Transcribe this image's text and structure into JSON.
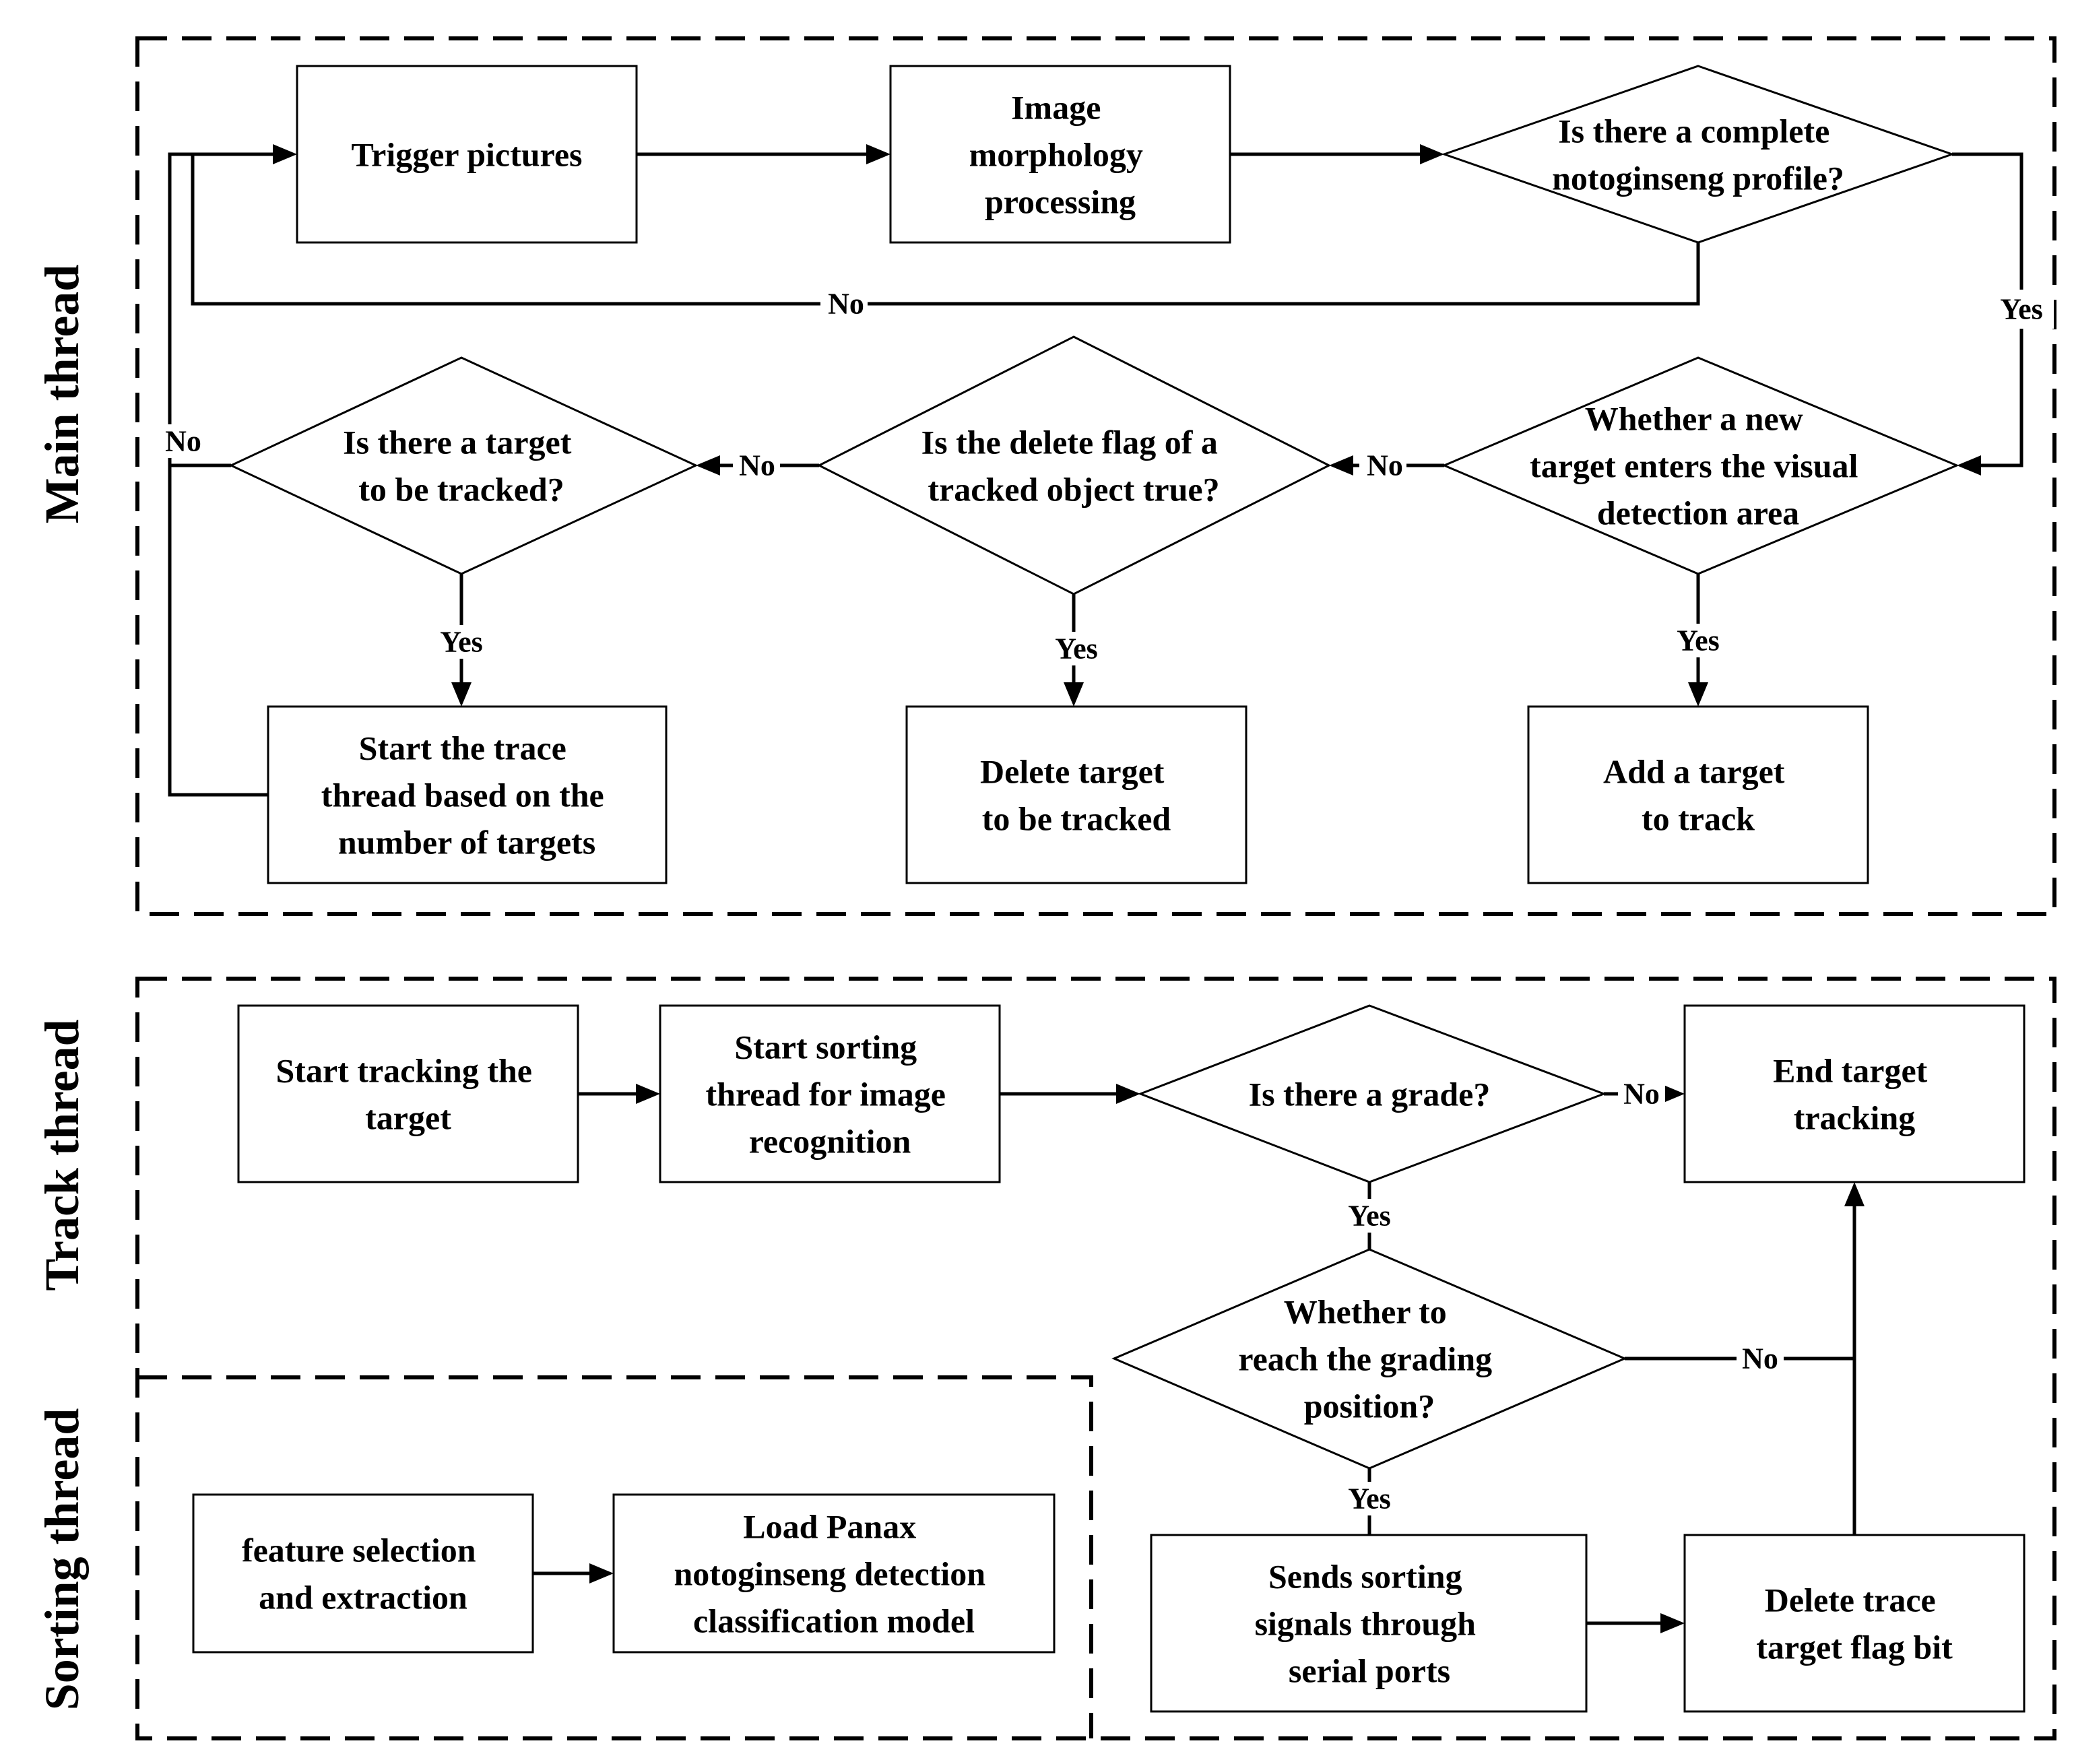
{
  "regions": {
    "main": "Main thread",
    "track": "Track thread",
    "sorting": "Sorting thread"
  },
  "nodes": {
    "trigger_pictures": [
      "Trigger pictures"
    ],
    "image_morphology": [
      "Image",
      "morphology",
      "processing"
    ],
    "complete_profile": [
      "Is there a complete",
      "notoginseng profile?"
    ],
    "new_target": [
      "Whether a new",
      "target enters the visual",
      "detection area"
    ],
    "delete_flag_true": [
      "Is the delete flag of a",
      "tracked object true?"
    ],
    "target_to_track": [
      "Is there a target",
      "to be tracked?"
    ],
    "start_trace_thread": [
      "Start the trace",
      "thread based on the",
      "number of targets"
    ],
    "delete_target": [
      "Delete target",
      "to be tracked"
    ],
    "add_target": [
      "Add a target",
      "to track"
    ],
    "start_tracking": [
      "Start tracking the",
      "target"
    ],
    "start_sorting": [
      "Start sorting",
      "thread for image",
      "recognition"
    ],
    "is_grade": [
      "Is there a grade?"
    ],
    "end_tracking": [
      "End target",
      "tracking"
    ],
    "reach_position": [
      "Whether to",
      "reach the grading",
      "position?"
    ],
    "send_signals": [
      "Sends sorting",
      "signals through",
      "serial ports"
    ],
    "delete_flag_bit": [
      "Delete trace",
      "target flag bit"
    ],
    "feature_selection": [
      "feature selection",
      "and extraction"
    ],
    "load_model": [
      "Load Panax",
      "notoginseng detection",
      "classification model"
    ]
  },
  "edge_labels": {
    "profile_no": "No",
    "profile_yes": "Yes",
    "new_target_no": "No",
    "new_target_yes": "Yes",
    "delete_flag_no": "No",
    "delete_flag_yes": "Yes",
    "target_tracked_no": "No",
    "target_tracked_yes": "Yes",
    "grade_no": "No",
    "grade_yes": "Yes",
    "position_no": "No",
    "position_yes": "Yes"
  }
}
